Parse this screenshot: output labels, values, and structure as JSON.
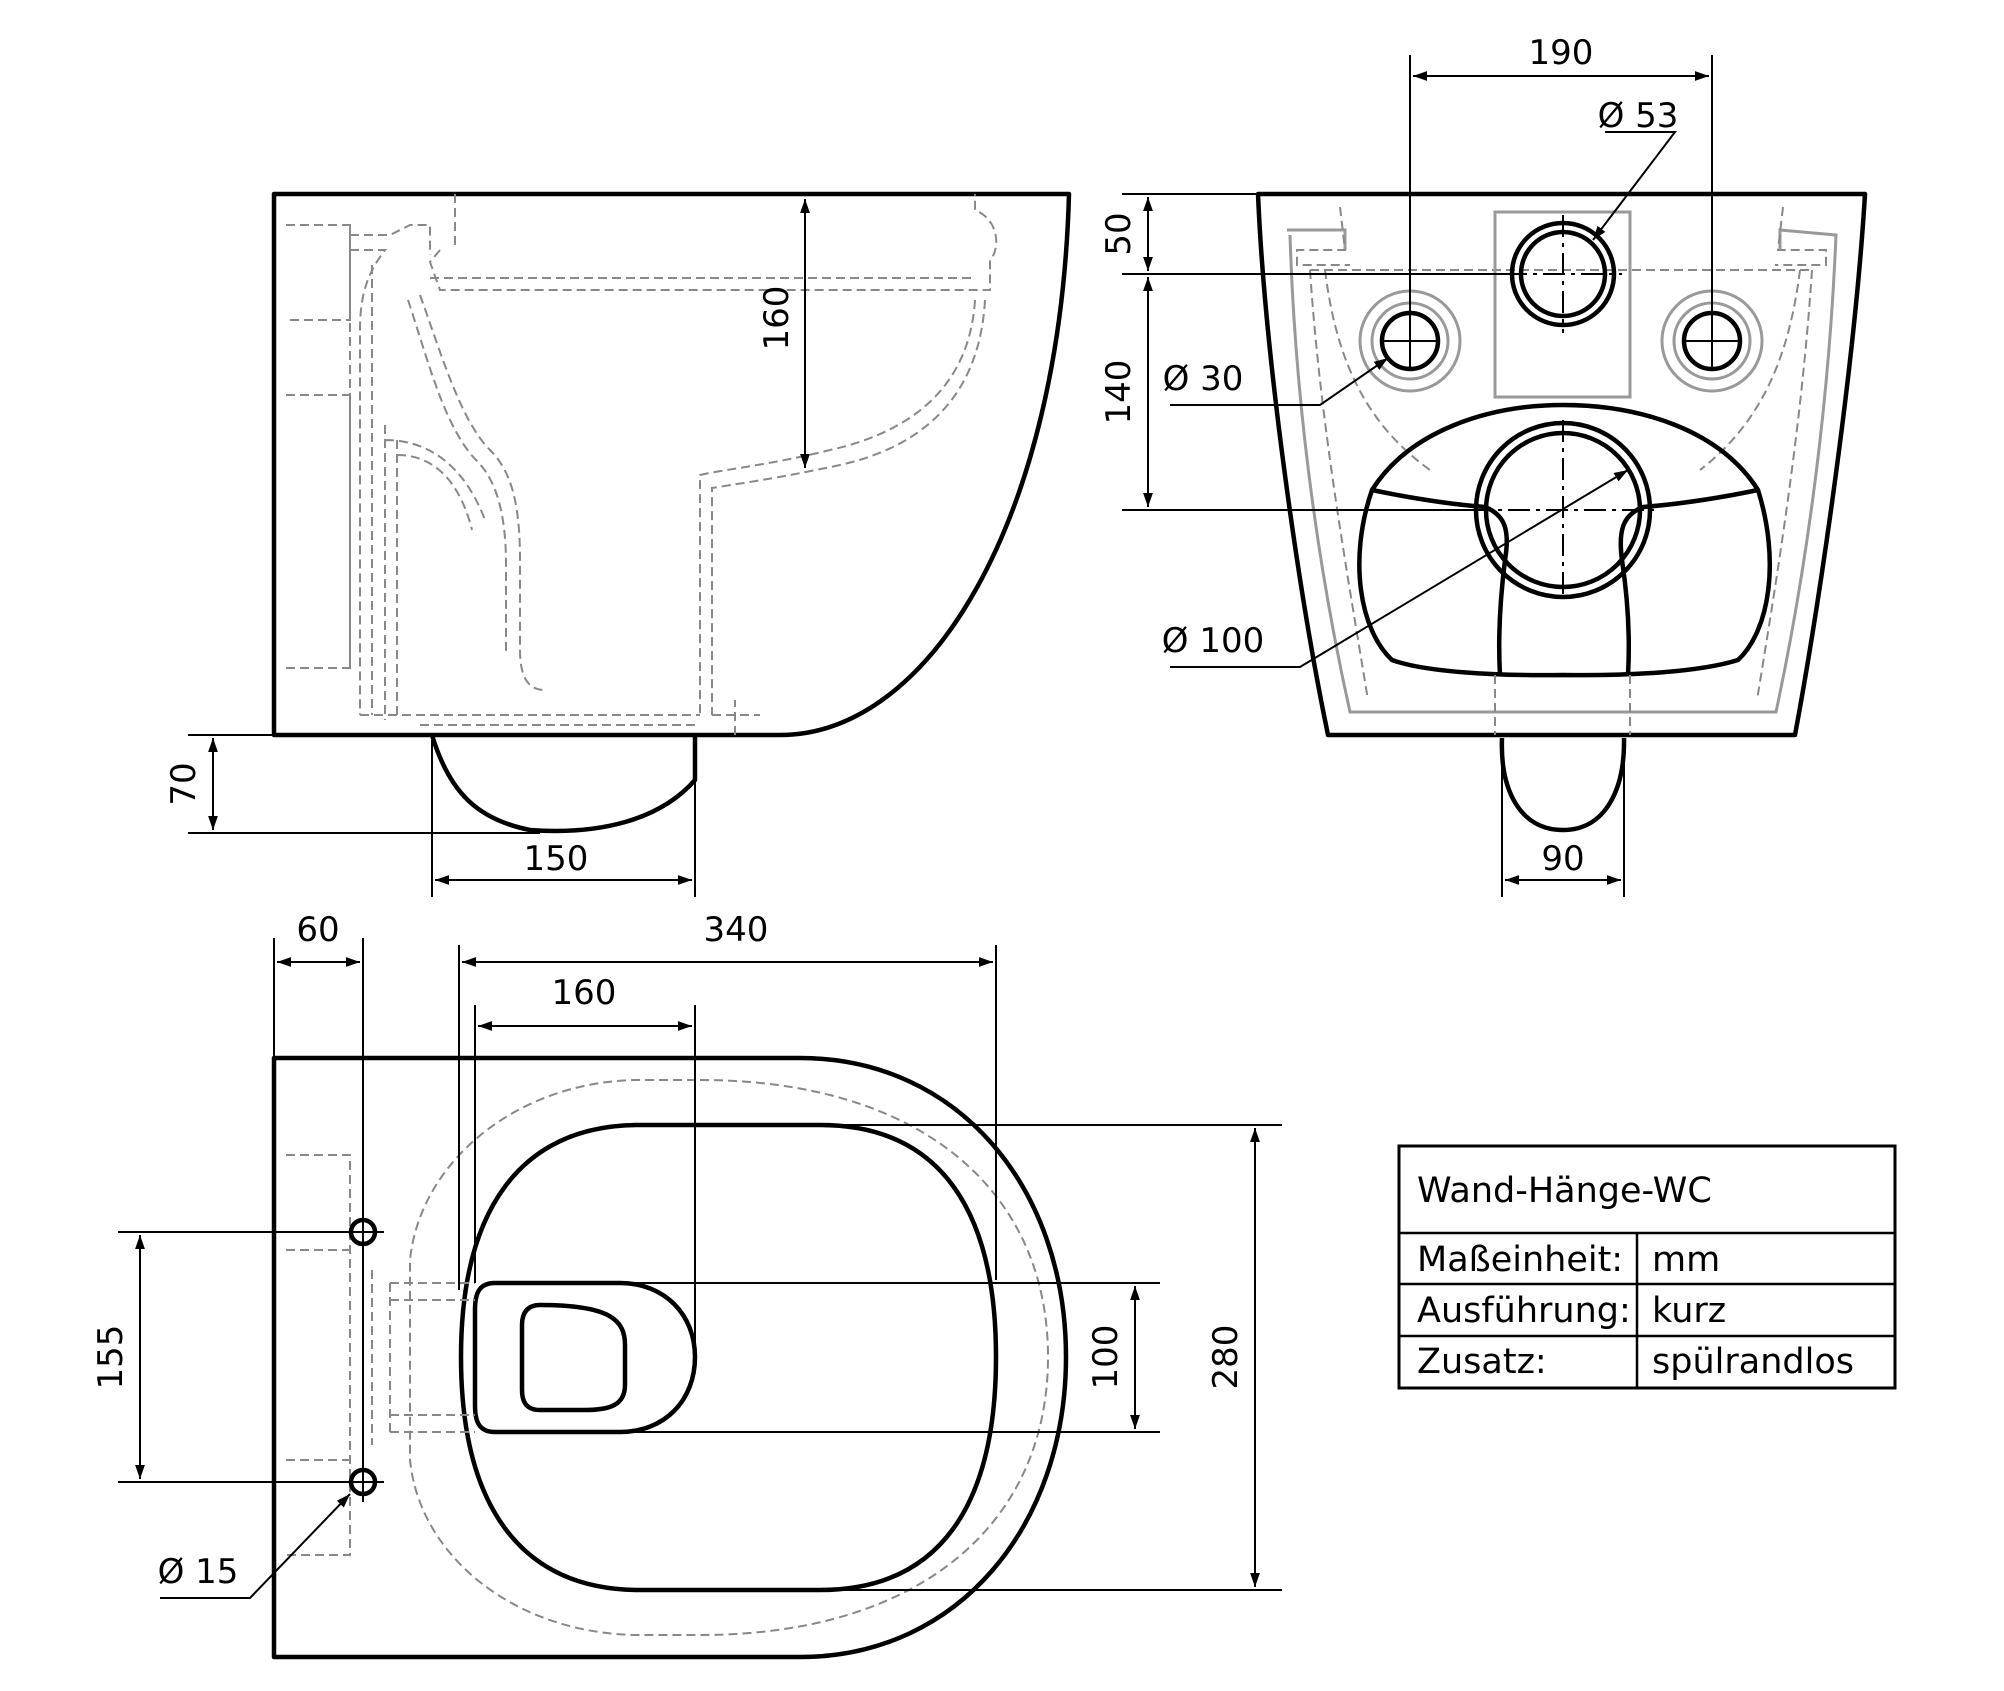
{
  "side_view": {
    "dim_height_160": "160",
    "dim_outlet_70": "70",
    "dim_outlet_150": "150"
  },
  "rear_view": {
    "dim_190": "190",
    "dim_d53": "Ø 53",
    "dim_50": "50",
    "dim_140": "140",
    "dim_d30": "Ø 30",
    "dim_d100": "Ø 100",
    "dim_90": "90"
  },
  "top_view": {
    "dim_60": "60",
    "dim_340": "340",
    "dim_160": "160",
    "dim_155": "155",
    "dim_100": "100",
    "dim_280": "280",
    "dim_d15": "Ø 15"
  },
  "info_table": {
    "title": "Wand-Hänge-WC",
    "rows": [
      {
        "label": "Maßeinheit:",
        "value": "mm"
      },
      {
        "label": "Ausführung:",
        "value": "kurz"
      },
      {
        "label": "Zusatz:",
        "value": "spülrandlos"
      }
    ]
  }
}
